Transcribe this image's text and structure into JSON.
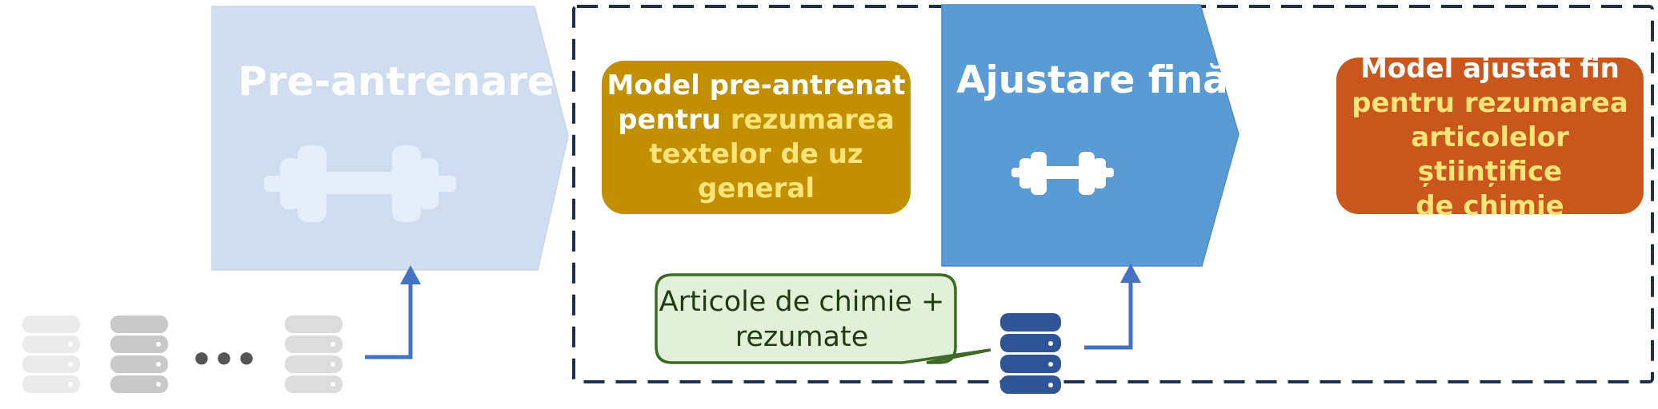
{
  "pretraining": {
    "title": "Pre-antrenare",
    "icon": "dumbbell-icon"
  },
  "pretrained_model": {
    "line1": "Model pre-antrenat",
    "line2_plain": "pentru ",
    "line2_highlight": "rezumarea",
    "line3": "textelor de uz general",
    "color": "#c18f00"
  },
  "finetuning": {
    "title": "Ajustare fină",
    "icon": "dumbbell-icon",
    "color": "#5b9bd5"
  },
  "finetuned_model": {
    "line1": "Model ajustat fin",
    "line2": "pentru rezumarea",
    "line3": "articolelor științifice",
    "line4": "de chimie",
    "color": "#c9561a"
  },
  "dataset_bubble": {
    "line1": "Articole de chimie +",
    "line2": "rezumate"
  },
  "databases": {
    "ellipsis": "•••",
    "icon": "database-icon"
  },
  "colors": {
    "pre_stage": "#d0dcf0",
    "arrow": "#4472c4",
    "dashed_border": "#1f2f4a",
    "bubble_fill": "#e2f0d9",
    "bubble_border": "#3d6b25",
    "db_active": "#2f5597"
  }
}
